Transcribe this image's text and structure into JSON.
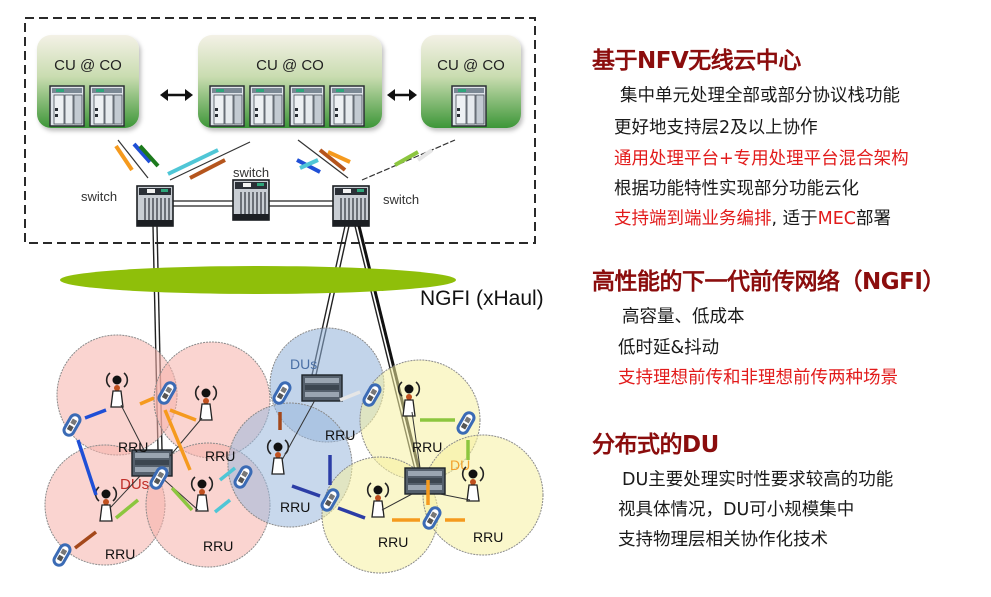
{
  "diagram": {
    "cu_nodes": [
      {
        "label": "CU @ CO",
        "servers": 2
      },
      {
        "label": "CU @ CO",
        "servers": 4
      },
      {
        "label": "CU @ CO",
        "servers": 1
      }
    ],
    "switches": [
      {
        "label": "switch"
      },
      {
        "label": "switch"
      },
      {
        "label": "switch"
      }
    ],
    "fronthaul_label": "NGFI (xHaul)",
    "rru_label": "RRU",
    "du_label": "DUs",
    "du_label_short": "DU",
    "colors": {
      "cu_gradient_top": "#f1efe2",
      "cu_gradient_bottom": "#3f9a3a",
      "ngfi_band": "#8fbf0a",
      "cluster_red": "#f6b7b2",
      "cluster_blue": "#8fb3da",
      "cluster_yellow": "#f7f2a0",
      "du_red_text": "#c0302a",
      "du_blue_text": "#4a6fa5",
      "du_orange_text": "#f2a12c"
    }
  },
  "sections": [
    {
      "title": "基于NFV无线云中心",
      "lines": [
        {
          "text": "集中单元处理全部或部分协议栈功能",
          "red": false
        },
        {
          "text": "更好地支持层2及以上协作",
          "red": false
        },
        {
          "text": "通用处理平台+专用处理平台混合架构",
          "red": true
        },
        {
          "text": "根据功能特性实现部分功能云化",
          "red": false
        },
        {
          "parts": [
            {
              "text": "支持端到端业务编排",
              "red": true
            },
            {
              "text": ", 适于",
              "red": false
            },
            {
              "text": "MEC",
              "red": true
            },
            {
              "text": "部署",
              "red": false
            }
          ]
        }
      ]
    },
    {
      "title": "高性能的下一代前传网络（NGFI）",
      "lines": [
        {
          "text": "高容量、低成本",
          "red": false
        },
        {
          "text": "低时延&抖动",
          "red": false
        },
        {
          "text": "支持理想前传和非理想前传两种场景",
          "red": true
        }
      ]
    },
    {
      "title": "分布式的DU",
      "lines": [
        {
          "text": "DU主要处理实时性要求较高的功能",
          "red": false
        },
        {
          "text": "视具体情况，DU可小规模集中",
          "red": false
        },
        {
          "text": "支持物理层相关协作化技术",
          "red": false
        }
      ]
    }
  ],
  "theme": {
    "title_color": "#8b0d0d",
    "red_text": "#e21b1b",
    "body_text": "#1a1a1a"
  }
}
